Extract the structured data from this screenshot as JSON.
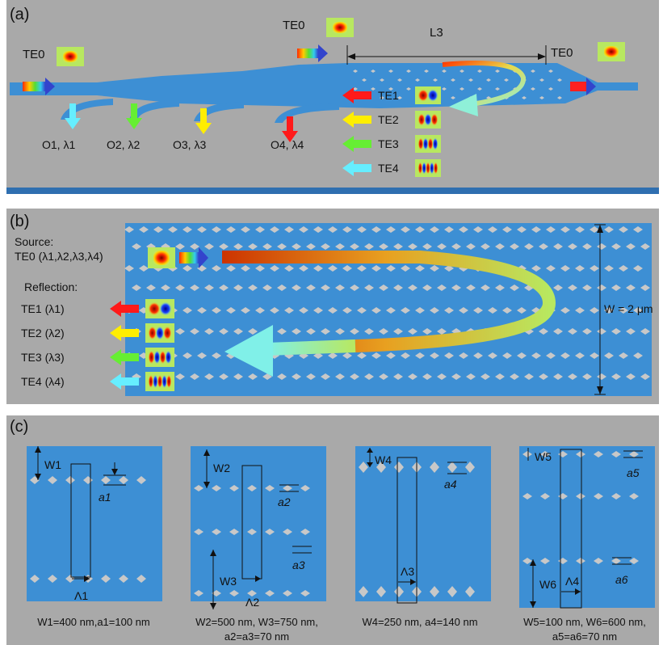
{
  "panels": {
    "a": {
      "label": "(a)",
      "input_mode": "TE0",
      "mid_mode": "TE0",
      "out_mode": "TE0",
      "length_label": "L3",
      "outputs": [
        "O1, λ1",
        "O2, λ2",
        "O3, λ3",
        "O4, λ4"
      ],
      "reflected_modes": [
        "TE1",
        "TE2",
        "TE3",
        "TE4"
      ]
    },
    "b": {
      "label": "(b)",
      "source_title": "Source:",
      "source_mode": "TE0 (λ1,λ2,λ3,λ4)",
      "reflection_title": "Reflection:",
      "reflections": [
        "TE1 (λ1)",
        "TE2 (λ2)",
        "TE3 (λ3)",
        "TE4 (λ4)"
      ],
      "width_label": "W = 2 μm"
    },
    "c": {
      "label": "(c)",
      "cells": [
        {
          "w_labels": [
            "W1"
          ],
          "a_label": "a1",
          "period_label": "Λ1",
          "caption": [
            "W1=400 nm,a1=100 nm"
          ]
        },
        {
          "w_labels": [
            "W2",
            "W3"
          ],
          "a_label": [
            "a2",
            "a3"
          ],
          "period_label": "Λ2",
          "caption": [
            "W2=500 nm, W3=750 nm,",
            "a2=a3=70 nm"
          ]
        },
        {
          "w_labels": [
            "W4"
          ],
          "a_label": "a4",
          "period_label": "Λ3",
          "caption": [
            "W4=250 nm, a4=140 nm"
          ]
        },
        {
          "w_labels": [
            "W5",
            "W6"
          ],
          "a_label": [
            "a5",
            "a6"
          ],
          "period_label": "Λ4",
          "caption": [
            "W5=100 nm, W6=600 nm,",
            "a5=a6=70 nm"
          ]
        }
      ]
    }
  },
  "colors": {
    "background": "#a9a9a9",
    "waveguide": "#3d8fd4",
    "hole": "#c8c8c8",
    "mode_red": "#ff1a1a",
    "mode_yellow": "#ffee00",
    "mode_green": "#66ee33",
    "mode_cyan": "#66eeff"
  }
}
